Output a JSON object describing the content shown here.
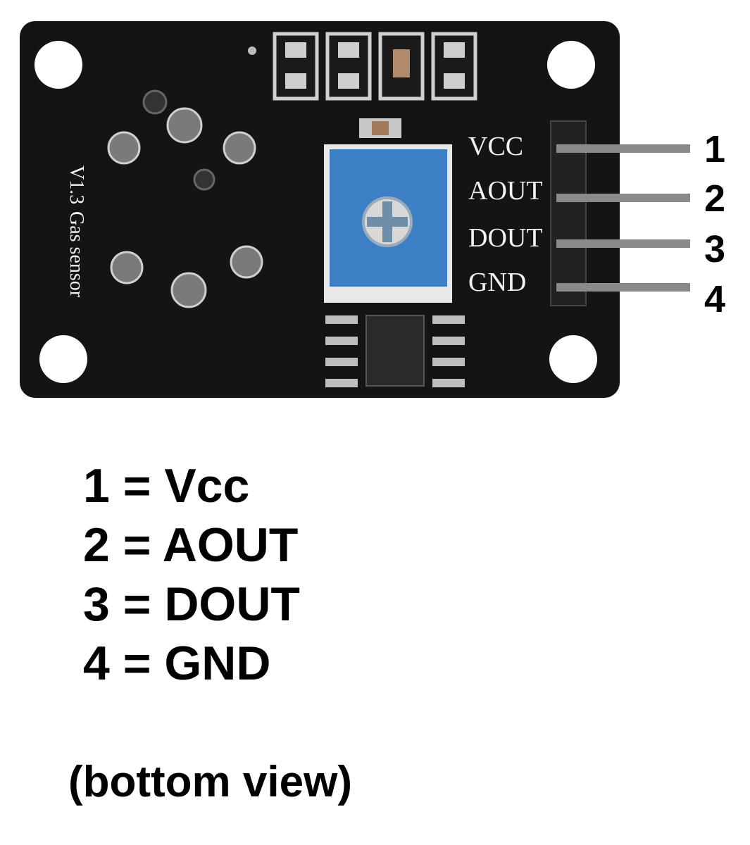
{
  "board": {
    "silkscreen_version": "V1.3",
    "silkscreen_name": "Gas sensor",
    "silkscreen_pins": [
      "VCC",
      "AOUT",
      "DOUT",
      "GND"
    ]
  },
  "pin_numbers": [
    "1",
    "2",
    "3",
    "4"
  ],
  "legend": [
    "1 = Vcc",
    "2 = AOUT",
    "3 = DOUT",
    "4 = GND"
  ],
  "view_note": "(bottom view)",
  "colors": {
    "pcb": "#111111",
    "potentiometer": "#3d7fc4",
    "pin_metal": "#8a8a8a",
    "text": "#000000"
  }
}
